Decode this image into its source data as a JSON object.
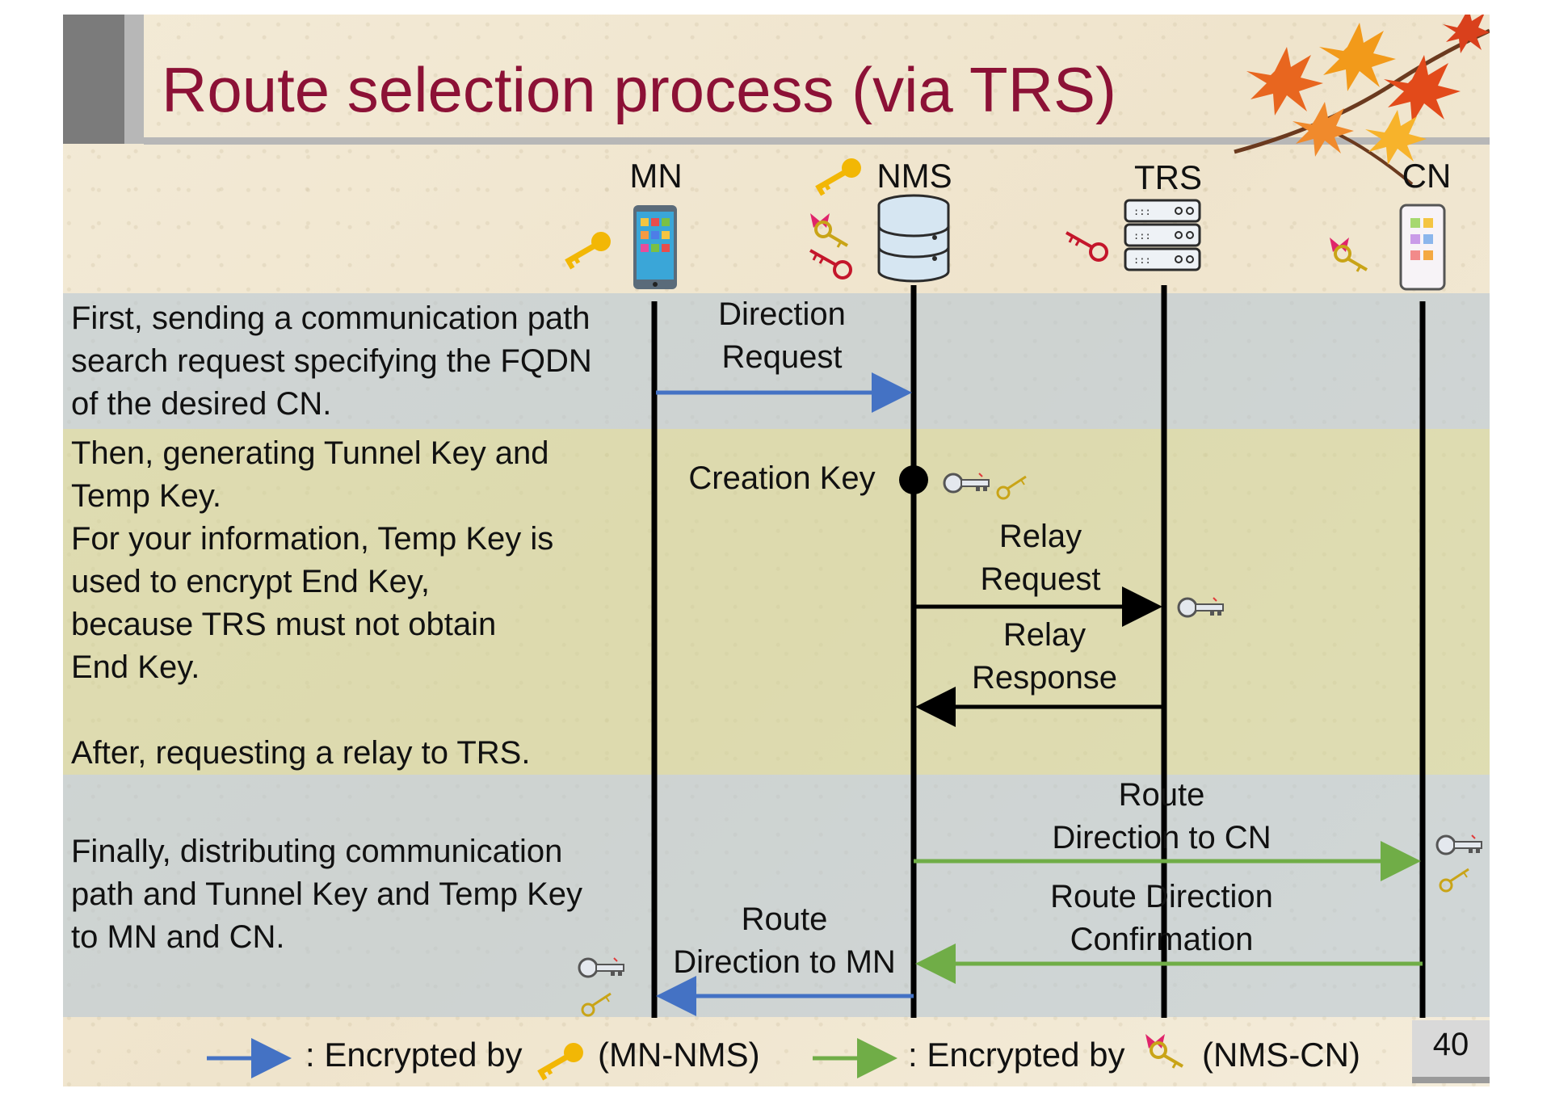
{
  "title": "Route selection process (via TRS)",
  "entities": {
    "mn": "MN",
    "nms": "NMS",
    "trs": "TRS",
    "cn": "CN"
  },
  "descriptions": {
    "step1": "First, sending a communication path\nsearch request specifying the FQDN\nof the desired CN.",
    "step2": "Then, generating Tunnel Key and\nTemp Key.\nFor your information, Temp Key is\nused to encrypt End Key,\nbecause TRS must not obtain\nEnd Key.\n\nAfter, requesting a relay to TRS.",
    "step3": "Finally, distributing communication\npath and Tunnel Key and Temp Key\nto MN and CN."
  },
  "messages": {
    "direction_request": "Direction\nRequest",
    "creation_key": "Creation Key",
    "relay_request": "Relay\nRequest",
    "relay_response": "Relay\nResponse",
    "route_direction_cn": "Route\nDirection to CN",
    "route_direction_confirmation": "Route Direction\nConfirmation",
    "route_direction_mn": "Route\nDirection to MN"
  },
  "legend": {
    "blue_text": ": Encrypted by",
    "blue_pair": "(MN-NMS)",
    "green_text": ": Encrypted by",
    "green_pair": "(NMS-CN)"
  },
  "page_number": "40",
  "colors": {
    "title": "#8c1136",
    "blue_arrow": "#4472c4",
    "green_arrow": "#70ad47",
    "black_arrow": "#000000",
    "band_blue": "#b2c4d6",
    "band_green": "#cdd296"
  },
  "icons": {
    "mn_device": "smartphone-icon",
    "nms_device": "database-icon",
    "trs_device": "server-icon",
    "cn_device": "smartphone-icon",
    "mn_nms_key": "gold-key-icon",
    "nms_cn_key": "bow-key-icon",
    "tunnel_key": "silver-key-icon",
    "temp_key": "small-gold-key-icon",
    "end_key": "red-key-icon"
  }
}
